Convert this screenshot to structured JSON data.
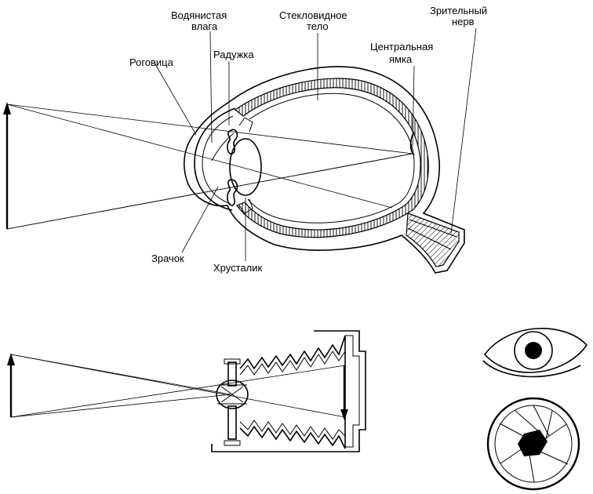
{
  "eye_labels": {
    "aqueous_line1": "Водянистая",
    "aqueous_line2": "влага",
    "vitreous_line1": "Стекловидное",
    "vitreous_line2": "тело",
    "optic_line1": "Зрительный",
    "optic_line2": "нерв",
    "fovea_line1": "Центральная",
    "fovea_line2": "ямка",
    "cornea": "Роговица",
    "iris": "Радужка",
    "pupil": "Зрачок",
    "lens": "Хрусталик"
  },
  "icons": {
    "object_arrow": "upward-arrow-icon",
    "eye": "eye-icon",
    "aperture": "camera-aperture-icon"
  },
  "colors": {
    "ink": "#000000",
    "background": "#ffffff"
  }
}
